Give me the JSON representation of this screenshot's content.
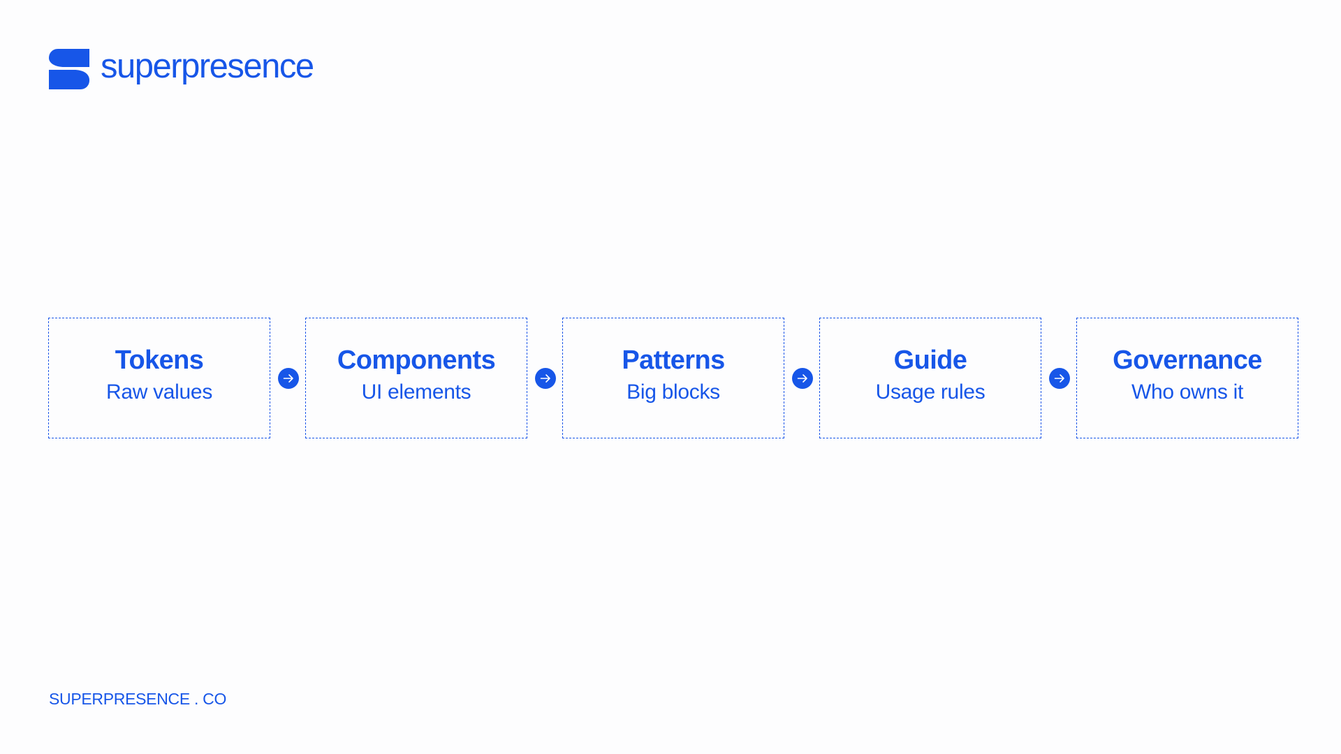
{
  "brand": {
    "name": "superpresence",
    "accent_color": "#1756e8",
    "logo_icon": "s-logo-icon"
  },
  "flow": {
    "steps": [
      {
        "title": "Tokens",
        "subtitle": "Raw values"
      },
      {
        "title": "Components",
        "subtitle": "UI elements"
      },
      {
        "title": "Patterns",
        "subtitle": "Big blocks"
      },
      {
        "title": "Guide",
        "subtitle": "Usage rules"
      },
      {
        "title": "Governance",
        "subtitle": "Who owns it"
      }
    ],
    "connector_icon": "arrow-right-circle-icon"
  },
  "footer": {
    "text": "SUPERPRESENCE . CO"
  }
}
